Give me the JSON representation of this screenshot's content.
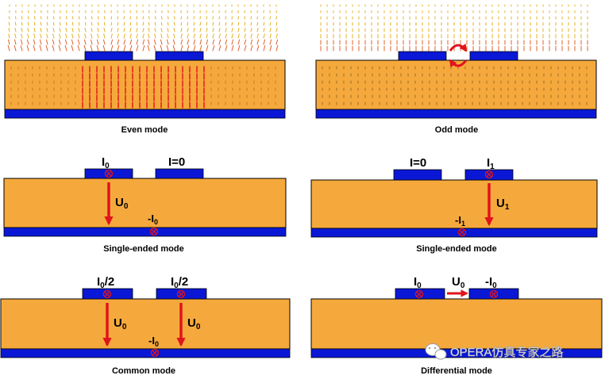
{
  "colors": {
    "substrate": "#f5a93c",
    "conductor": "#0a18d6",
    "arrow": "#e0141b",
    "field": "#e8a020",
    "outline": "#000000"
  },
  "panels": {
    "even": {
      "caption": "Even mode"
    },
    "odd": {
      "caption": "Odd mode"
    },
    "single_left": {
      "caption": "Single-ended mode",
      "left_current": "I",
      "left_current_sub": "0",
      "right_current": "I=0",
      "voltage": "U",
      "voltage_sub": "0",
      "return_current": "-I",
      "return_current_sub": "0"
    },
    "single_right": {
      "caption": "Single-ended mode",
      "left_current": "I=0",
      "right_current": "I",
      "right_current_sub": "1",
      "voltage": "U",
      "voltage_sub": "1",
      "return_current": "-I",
      "return_current_sub": "1"
    },
    "common": {
      "caption": "Common mode",
      "left_current": "I",
      "left_current_sub": "0",
      "left_current_suffix": "/2",
      "right_current": "I",
      "right_current_sub": "0",
      "right_current_suffix": "/2",
      "voltage_left": "U",
      "voltage_left_sub": "0",
      "voltage_right": "U",
      "voltage_right_sub": "0",
      "return_current": "-I",
      "return_current_sub": "0"
    },
    "differential": {
      "caption": "Differential mode",
      "left_current": "I",
      "left_current_sub": "0",
      "voltage": "U",
      "voltage_sub": "0",
      "right_current": "-I",
      "right_current_sub": "0"
    }
  },
  "watermark": {
    "text": "OPERA仿真专家之路",
    "icon": "wechat-icon"
  }
}
